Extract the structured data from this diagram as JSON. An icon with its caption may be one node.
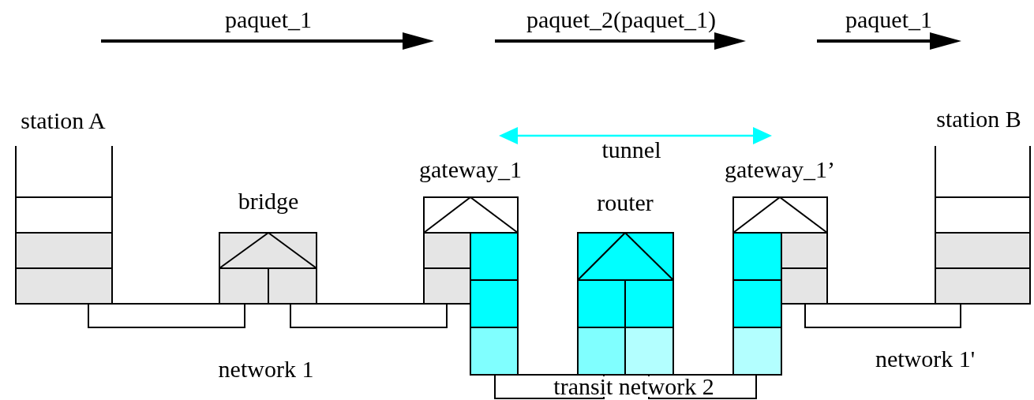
{
  "diagram": {
    "nodes": [
      {
        "text": [
          "station A"
        ]
      },
      {
        "text": [
          "bridge"
        ]
      },
      {
        "text": [
          "gateway_1"
        ]
      },
      {
        "text": [
          "router"
        ]
      },
      {
        "text": [
          "gateway_1’"
        ]
      },
      {
        "text": [
          "station B"
        ]
      },
      {
        "text": [],
        "shape": "bar"
      },
      {
        "text": [],
        "shape": "bar"
      },
      {
        "text": [],
        "shape": "bar"
      },
      {
        "text": [],
        "shape": "bar"
      },
      {
        "text": [],
        "shape": "bar"
      }
    ],
    "labels": [
      "paquet_1",
      "paquet_2(paquet_1)",
      "paquet_1",
      "tunnel",
      "network 1'",
      "network 1",
      "transit network 2"
    ]
  }
}
